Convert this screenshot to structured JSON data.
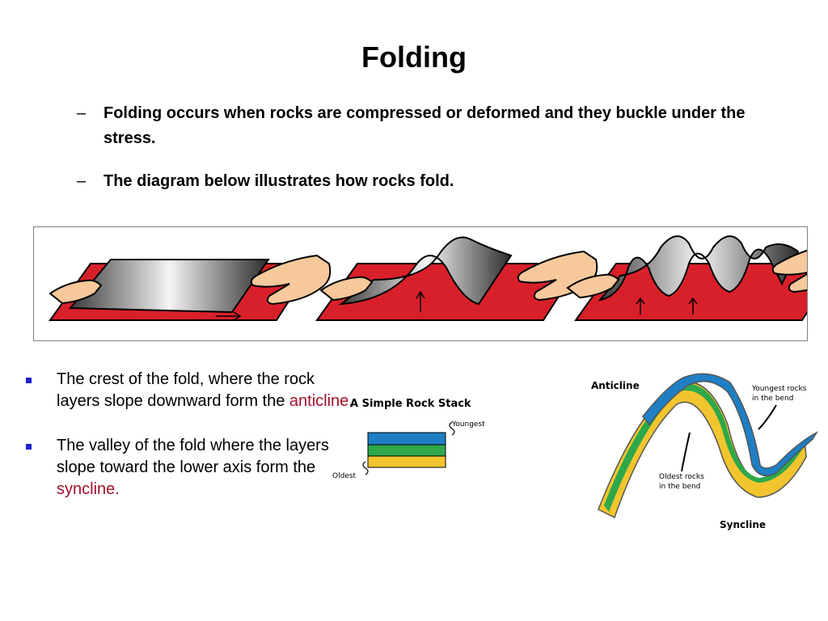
{
  "slide": {
    "title": "Folding",
    "dash_points": [
      "Folding occurs when rocks are compressed or deformed and they buckle under the stress.",
      "The diagram below illustrates how rocks fold."
    ],
    "bullets": [
      {
        "before": "The crest of the fold, where the rock layers slope downward form the ",
        "term": "anticline."
      },
      {
        "before": "The valley of the fold where the layers slope toward the lower axis form the ",
        "term": "syncline."
      }
    ]
  },
  "rock_stack": {
    "title": "A Simple Rock Stack",
    "youngest": "Youngest",
    "oldest": "Oldest",
    "layer_colors": [
      "#1e7fc4",
      "#2ea84a",
      "#f2c52e"
    ]
  },
  "fold_diagram": {
    "anticline": "Anticline",
    "syncline": "Syncline",
    "youngest_line1": "Youngest rocks",
    "youngest_line2": "in the bend",
    "oldest_line1": "Oldest rocks",
    "oldest_line2": "in the bend"
  },
  "colors": {
    "bullet": "#1f1fd0",
    "term": "#a0102a",
    "mat": "#d8202a",
    "hand": "#f7c89b"
  }
}
